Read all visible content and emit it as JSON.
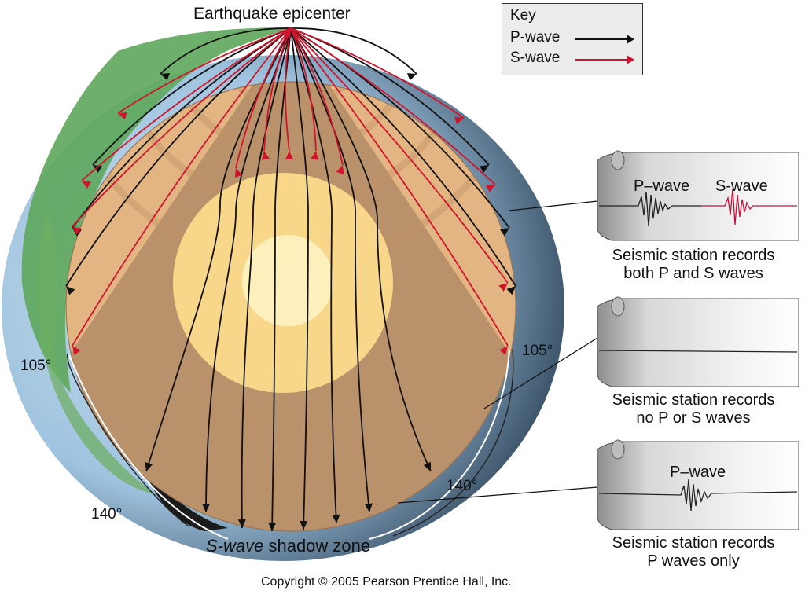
{
  "title": "Earthquake epicenter",
  "key": {
    "heading": "Key",
    "items": [
      {
        "label": "P-wave",
        "color": "#111111"
      },
      {
        "label": "S-wave",
        "color": "#d0142c"
      }
    ]
  },
  "angles": {
    "left_upper": "105°",
    "left_lower": "140°",
    "right_upper": "105°",
    "right_lower": "140°"
  },
  "shadow_zone": {
    "italic": "S-wave",
    "rest": " shadow zone"
  },
  "stations": [
    {
      "trace_labels": [
        "P–wave",
        "S-wave"
      ],
      "caption": [
        "Seismic station records",
        "both P and S waves"
      ]
    },
    {
      "trace_labels": [],
      "caption": [
        "Seismic station records",
        "no P or S waves"
      ]
    },
    {
      "trace_labels": [
        "P–wave"
      ],
      "caption": [
        "Seismic station records",
        "P waves only"
      ]
    }
  ],
  "copyright": "Copyright © 2005 Pearson Prentice Hall, Inc.",
  "colors": {
    "p_wave": "#111111",
    "s_wave": "#d0142c",
    "mantle": "#e2b583",
    "lower_mantle": "#b9916a",
    "outer_core": "#f8d78a",
    "inner_core": "#fdf0bd",
    "ocean": "#9fc3df",
    "land": "#5ea75b"
  }
}
